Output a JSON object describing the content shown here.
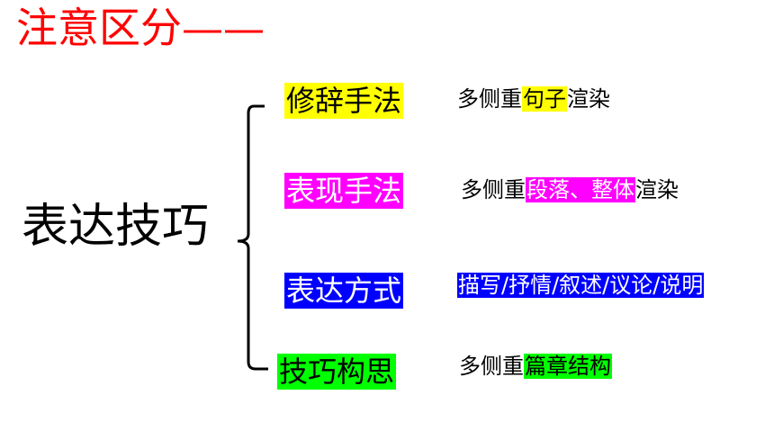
{
  "title": "注意区分——",
  "root_label": "表达技巧",
  "colors": {
    "title": "#ff0000",
    "yellow": "#ffff00",
    "magenta": "#ff00ff",
    "blue": "#0000ff",
    "green": "#00ff00"
  },
  "rows": [
    {
      "label": "修辞手法",
      "desc_prefix": "多侧重",
      "desc_highlight": "句子",
      "desc_suffix": "渲染"
    },
    {
      "label": "表现手法",
      "desc_prefix": "多侧重",
      "desc_highlight": "段落、整体",
      "desc_suffix": "渲染"
    },
    {
      "label": "表达方式",
      "desc_prefix": "",
      "desc_highlight": "描写/抒情/叙述/议论/说明",
      "desc_suffix": ""
    },
    {
      "label": "技巧构思",
      "desc_prefix": "多侧重",
      "desc_highlight": "篇章结构",
      "desc_suffix": ""
    }
  ]
}
